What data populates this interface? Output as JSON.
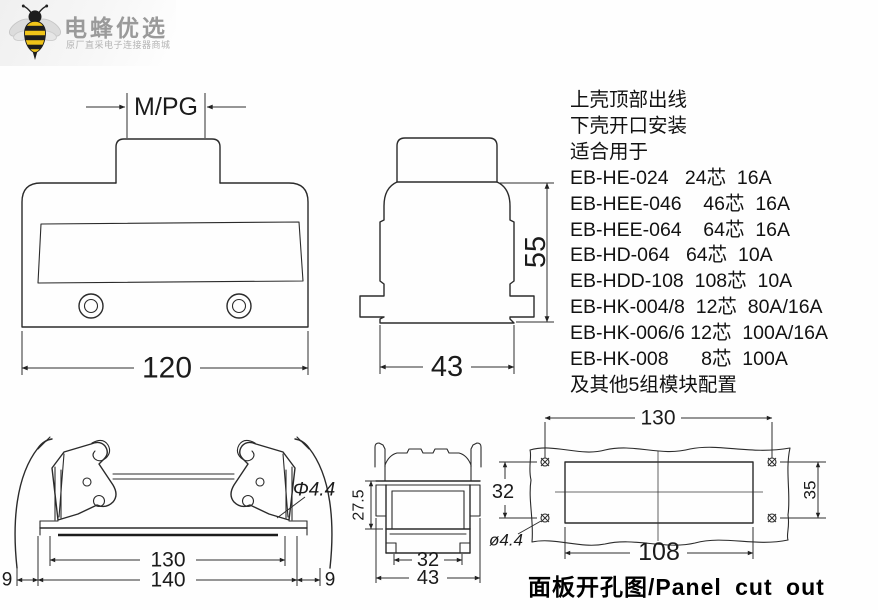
{
  "logo": {
    "title": "电蜂优选",
    "subtitle": "原厂直采电子连接器商城"
  },
  "specs": {
    "lines": [
      "上壳顶部出线",
      "下壳开口安装",
      "适合用于",
      "EB-HE-024   24芯  16A",
      "EB-HEE-046    46芯  16A",
      "EB-HEE-064    64芯  16A",
      "EB-HD-064   64芯  10A",
      "EB-HDD-108  108芯  10A",
      "EB-HK-004/8  12芯  80A/16A",
      "EB-HK-006/6 12芯  100A/16A",
      "EB-HK-008      8芯  100A",
      "及其他5组模块配置"
    ]
  },
  "front_view": {
    "gland_label": "M/PG",
    "width_dim": "120"
  },
  "side_view": {
    "height_dim": "55",
    "width_dim": "43"
  },
  "bottom_view": {
    "inner_dim": "130",
    "outer_dim": "140",
    "left_offset": "9",
    "right_offset": "9",
    "hole_label": "Φ4.4"
  },
  "bottom_side_view": {
    "height_dim": "27.5",
    "inner_dim": "32",
    "outer_dim": "43"
  },
  "panel_cutout": {
    "top_dim": "130",
    "left_dim": "32",
    "right_dim": "35",
    "width_dim": "108",
    "hole_label": "ø4.4",
    "caption": "面板开孔图/Panel cut out"
  }
}
